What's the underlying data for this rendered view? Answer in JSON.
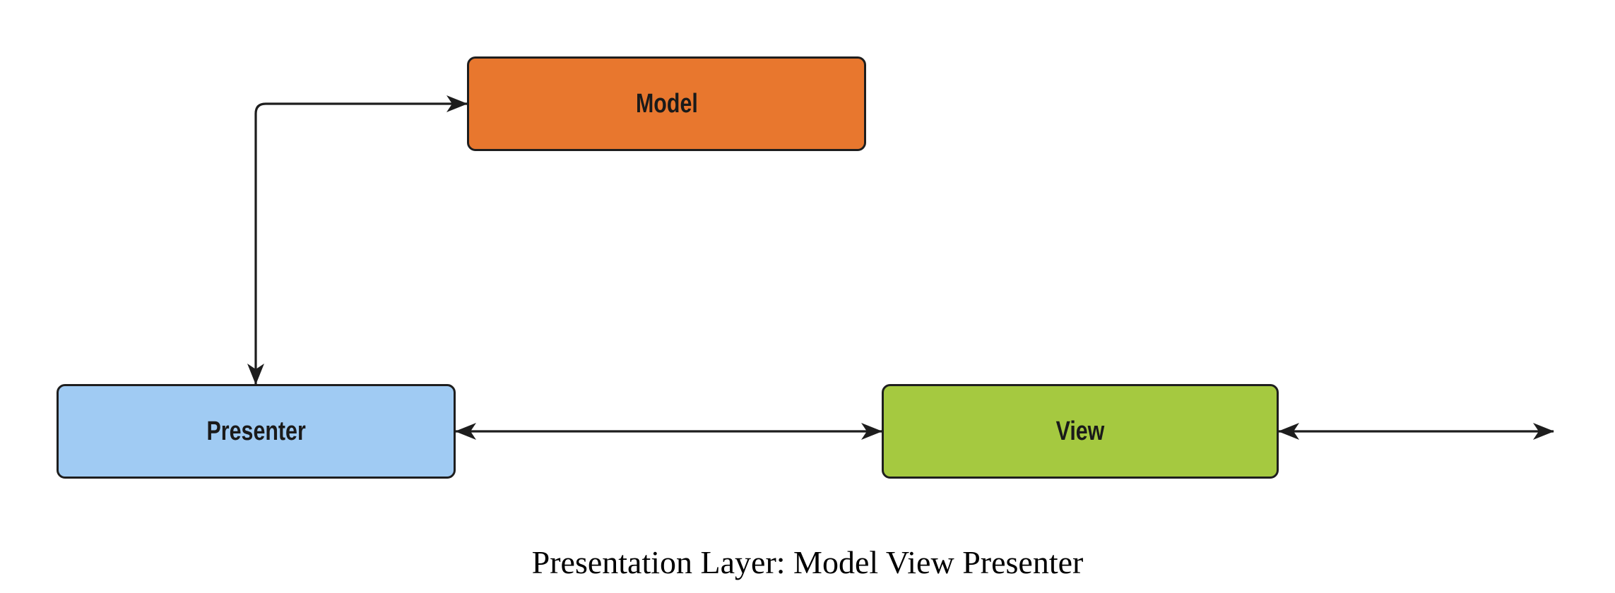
{
  "diagram": {
    "caption": "Presentation Layer: Model View Presenter",
    "nodes": [
      {
        "id": "model",
        "label": "Model",
        "fill": "#E8772E"
      },
      {
        "id": "presenter",
        "label": "Presenter",
        "fill": "#A0CBF3"
      },
      {
        "id": "view",
        "label": "View",
        "fill": "#A5C940"
      }
    ],
    "edges": [
      {
        "from": "presenter",
        "to": "model",
        "shape": "elbow",
        "arrowheads": "both"
      },
      {
        "from": "presenter",
        "to": "view",
        "shape": "straight",
        "arrowheads": "both"
      },
      {
        "from": "view",
        "to": "offscreen-right",
        "shape": "straight",
        "arrowheads": "both"
      }
    ],
    "colors": {
      "stroke": "#1d1d1d",
      "node_border": "#1e1e1e",
      "background": "#ffffff"
    }
  }
}
